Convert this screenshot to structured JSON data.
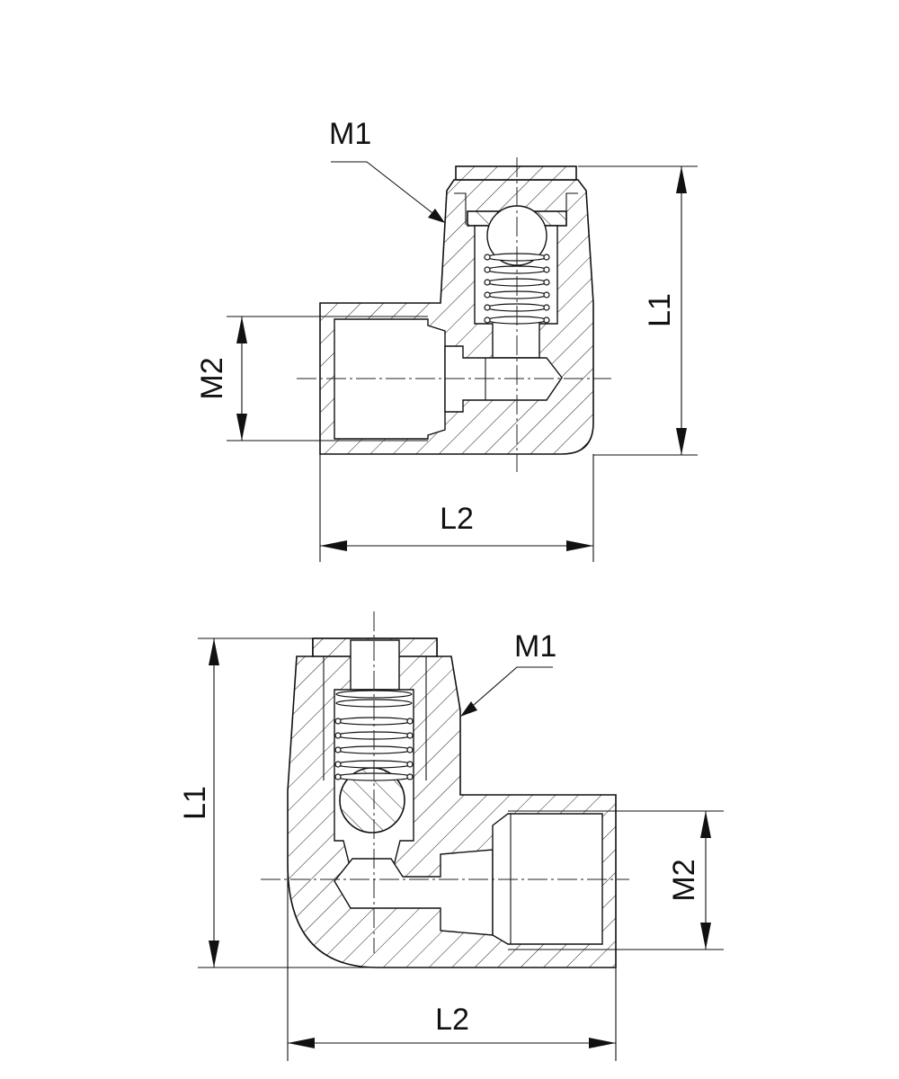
{
  "views": [
    {
      "id": "top-view",
      "labels": {
        "m1": "M1",
        "m2": "M2",
        "l1": "L1",
        "l2": "L2"
      }
    },
    {
      "id": "bottom-view",
      "labels": {
        "m1": "M1",
        "m2": "M2",
        "l1": "L1",
        "l2": "L2"
      }
    }
  ]
}
